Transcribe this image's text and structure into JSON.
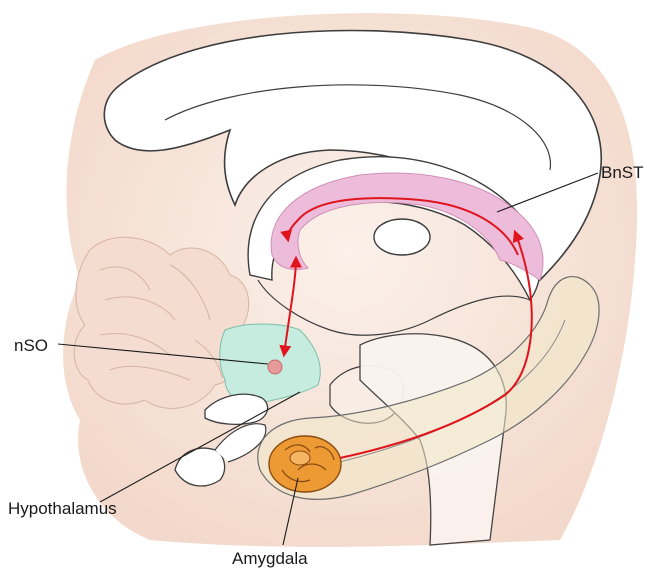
{
  "labels": {
    "bnst": "BnST",
    "nso": "nSO",
    "hypothalamus": "Hypothalamus",
    "amygdala": "Amygdala"
  },
  "colors": {
    "background_tissue": "#f7e6dc",
    "bnst_region": "#eebcdb",
    "nso_region": "#c5ecdf",
    "amygdala_fill": "#ee9a34",
    "pathway_arrow": "#e0141c",
    "outline": "#3d3d3d"
  }
}
